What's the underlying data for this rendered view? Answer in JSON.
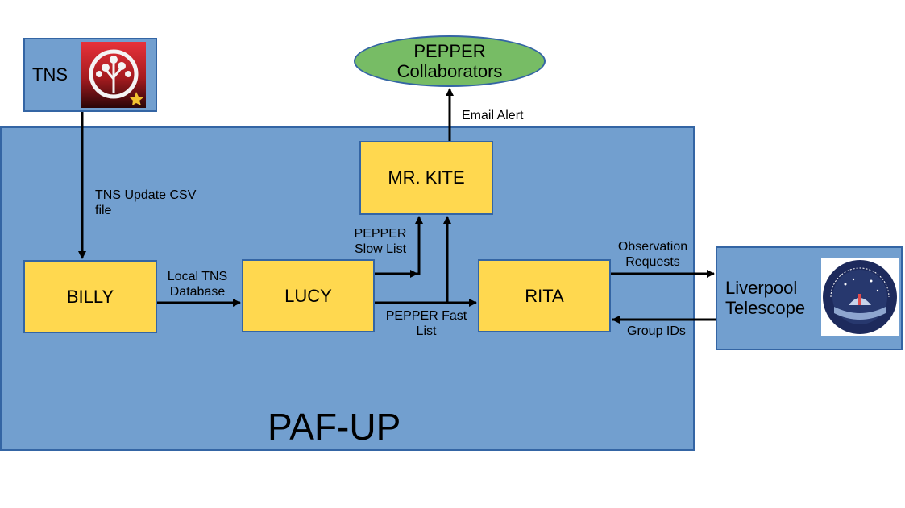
{
  "system": {
    "name": "PAF-UP"
  },
  "external": {
    "tns": {
      "label": "TNS",
      "logo_icon": "tns-tree-logo"
    },
    "collaborators": {
      "line1": "PEPPER",
      "line2": "Collaborators"
    },
    "telescope": {
      "line1": "Liverpool",
      "line2": "Telescope",
      "logo_icon": "liverpool-telescope-badge"
    }
  },
  "components": {
    "billy": "BILLY",
    "lucy": "LUCY",
    "rita": "RITA",
    "mrkite": "MR. KITE"
  },
  "edges": {
    "tns_update": {
      "line1": "TNS Update CSV",
      "line2": "file"
    },
    "local_db": {
      "line1": "Local TNS",
      "line2": "Database"
    },
    "slow_list": {
      "line1": "PEPPER",
      "line2": "Slow List"
    },
    "fast_list": {
      "line1": "PEPPER Fast",
      "line2": "List"
    },
    "email": "Email Alert",
    "obs_req": {
      "line1": "Observation",
      "line2": "Requests"
    },
    "group_ids": "Group IDs"
  },
  "colors": {
    "container_fill": "#729fcf",
    "container_border": "#3465a4",
    "component_fill": "#ffd84f",
    "ellipse_fill": "#77bc65"
  }
}
